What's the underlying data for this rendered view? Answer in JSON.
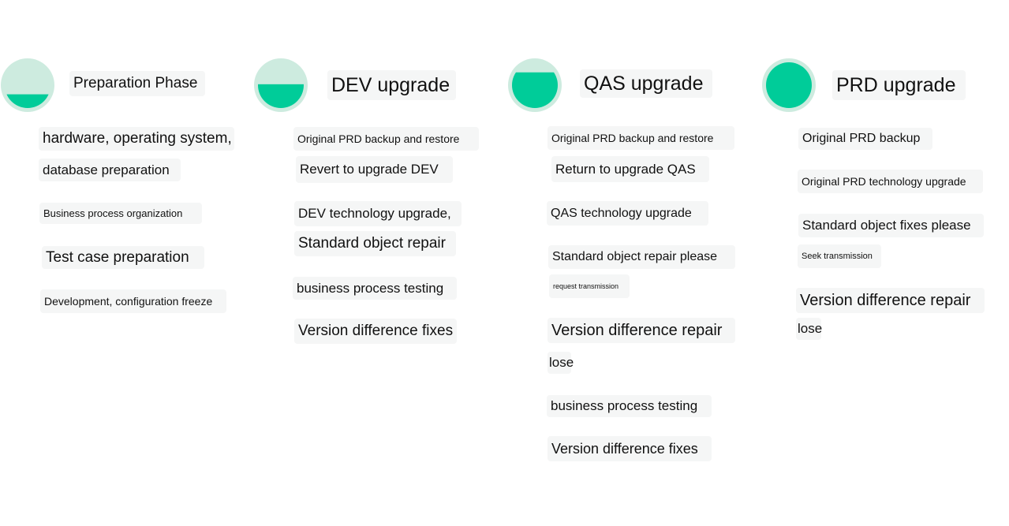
{
  "colors": {
    "accent": "#00cc99",
    "ring": "#cdebdf",
    "box": "#f5f6f6"
  },
  "phases": [
    {
      "title": "Preparation Phase",
      "progress": 0.3,
      "items": [
        "hardware, operating system,",
        "database preparation",
        "Business process organization",
        "Test case preparation",
        "Development, configuration freeze"
      ]
    },
    {
      "title": "DEV upgrade",
      "progress": 0.52,
      "items": [
        "Original PRD backup and restore",
        "Revert to upgrade DEV",
        "DEV technology upgrade,",
        "Standard object repair",
        "business process testing",
        "Version difference fixes"
      ]
    },
    {
      "title": "QAS upgrade",
      "progress": 0.78,
      "items": [
        "Original PRD backup and restore",
        "Return to upgrade QAS",
        "QAS technology upgrade",
        "Standard object repair please",
        "request transmission",
        "Version difference repair",
        "lose",
        "business process testing",
        "Version difference fixes"
      ]
    },
    {
      "title": "PRD upgrade",
      "progress": 1.0,
      "items": [
        "Original PRD backup",
        "Original PRD technology upgrade",
        "Standard object fixes please",
        "Seek transmission",
        "Version difference repair",
        "lose"
      ]
    }
  ]
}
